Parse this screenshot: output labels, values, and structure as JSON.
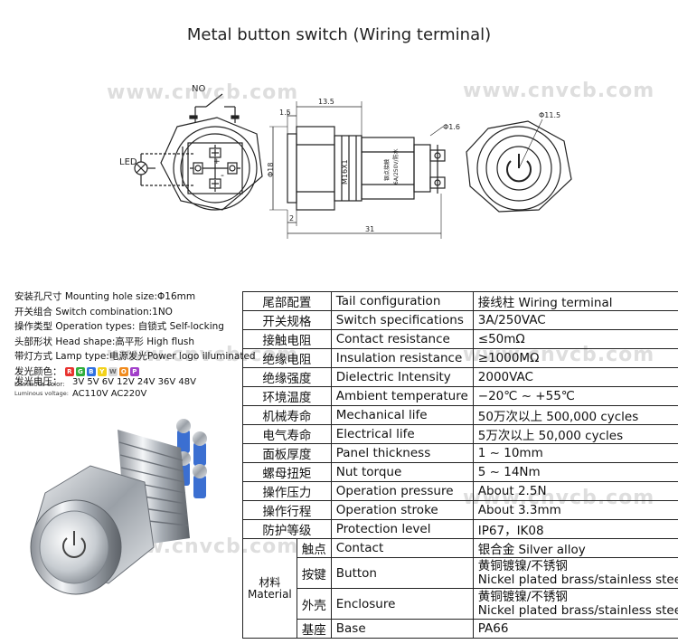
{
  "title": "Metal button switch (Wiring terminal)",
  "watermark": "www.cnvcb.com",
  "drawing": {
    "no_label": "NO",
    "led_label": "LED",
    "dim_1_5": "1.5",
    "dim_13_5": "13.5",
    "dim_18": "Φ18",
    "dim_1_6": "Φ1.6",
    "dim_11_5": "Φ11.5",
    "dim_2": "2",
    "dim_31": "31",
    "thread_label": "M16X1",
    "body_text_1": "银点接触",
    "body_text_2": "6A/250V/防水",
    "plus": "+",
    "minus": "-"
  },
  "left_specs": [
    "安装孔尺寸 Mounting hole size:Φ16mm",
    "开关组合 Switch combination:1NO",
    "操作类型 Operation types: 自锁式 Self-locking",
    "头部形状 Head shape:高平形 High flush",
    "带灯方式 Lamp type:电源发光Power logo illuminated"
  ],
  "luminous_color": {
    "label": "发光颜色：",
    "sub": "Luminous color:",
    "colors": [
      {
        "letter": "R",
        "color": "#e8322e"
      },
      {
        "letter": "G",
        "color": "#2fae3b"
      },
      {
        "letter": "B",
        "color": "#2f6fe0"
      },
      {
        "letter": "Y",
        "color": "#f2d21b"
      },
      {
        "letter": "W",
        "color": "#d9d9d9"
      },
      {
        "letter": "O",
        "color": "#f08a1d"
      },
      {
        "letter": "P",
        "color": "#a23fc9"
      }
    ]
  },
  "luminous_voltage": {
    "label": "发光电压：",
    "sub": "Luminous voltage:",
    "line1": "3V 5V 6V 12V 24V 36V 48V",
    "line2": "AC110V AC220V"
  },
  "table": {
    "rows": [
      {
        "cn": "尾部配置",
        "en": "Tail configuration",
        "val": "接线柱 Wiring terminal"
      },
      {
        "cn": "开关规格",
        "en": "Switch specifications",
        "val": "3A/250VAC"
      },
      {
        "cn": "接触电阻",
        "en": "Contact resistance",
        "val": "≤50mΩ"
      },
      {
        "cn": "绝缘电阻",
        "en": "Insulation resistance",
        "val": "≥1000MΩ"
      },
      {
        "cn": "绝缘强度",
        "en": "Dielectric Intensity",
        "val": "2000VAC"
      },
      {
        "cn": "环境温度",
        "en": "Ambient temperature",
        "val": "−20℃ ~ +55℃"
      },
      {
        "cn": "机械寿命",
        "en": "Mechanical life",
        "val": "50万次以上 500,000 cycles"
      },
      {
        "cn": "电气寿命",
        "en": "Electrical life",
        "val": "5万次以上 50,000  cycles"
      },
      {
        "cn": "面板厚度",
        "en": "Panel thickness",
        "val": "1 ~ 10mm"
      },
      {
        "cn": "螺母扭矩",
        "en": "Nut torque",
        "val": "5 ~ 14Nm"
      },
      {
        "cn": "操作压力",
        "en": "Operation pressure",
        "val": "About 2.5N"
      },
      {
        "cn": "操作行程",
        "en": "Operation stroke",
        "val": "About 3.3mm"
      },
      {
        "cn": "防护等级",
        "en": "Protection level",
        "val": "IP67，IK08"
      }
    ],
    "material_label_cn": "材料",
    "material_label_en": "Material",
    "material_rows": [
      {
        "cn": "触点",
        "en": "Contact",
        "val1": "银合金 Silver alloy",
        "val2": ""
      },
      {
        "cn": "按键",
        "en": "Button",
        "val1": "黄铜镀镍/不锈钢",
        "val2": "Nickel plated brass/stainless steel"
      },
      {
        "cn": "外壳",
        "en": "Enclosure",
        "val1": "黄铜镀镍/不锈钢",
        "val2": "Nickel plated brass/stainless steel"
      },
      {
        "cn": "基座",
        "en": "Base",
        "val1": "PA66",
        "val2": ""
      }
    ]
  }
}
